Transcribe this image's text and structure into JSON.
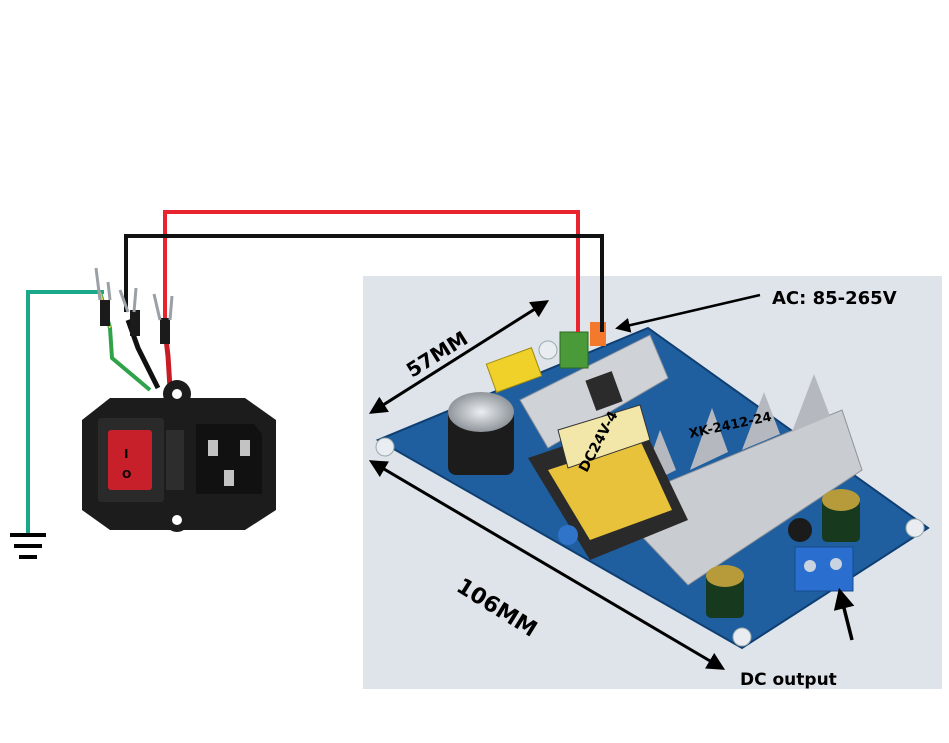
{
  "labels": {
    "ac_input": "AC:  85-265V",
    "width_dim": "57MM",
    "length_dim": "106MM",
    "dc_output": "DC output",
    "model_text": "XK-2412-24",
    "transformer_text": "DC24V-4",
    "switch_on_mark": "I",
    "switch_off_mark": "O"
  },
  "colors": {
    "live_wire": "#e8242e",
    "neutral_wire": "#111111",
    "earth_wire": "#1aa88a",
    "pcb": "#1f5fa0",
    "heatsink": "#c9ccd1",
    "rocker": "#c8202a",
    "ac_terminal": "#4a9a3a",
    "dc_terminal": "#2a6fd0",
    "photo_background": "#dfe4ea"
  }
}
